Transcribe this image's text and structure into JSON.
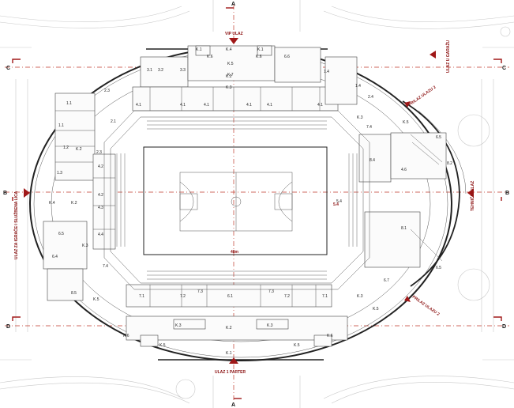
{
  "axis_labels": {
    "A": "A",
    "B": "B",
    "C": "C",
    "D": "D"
  },
  "entrances": {
    "vip": "VIP ULAZ",
    "parter": "ULAZ 1 PARTER",
    "garage": "ULAZ U GARAŽU",
    "ramp2_top": "PRILAZ ULAZU 2",
    "ramp2_bottom": "PRILAZ ULAZU 2",
    "technical": "TEHNIČKI ULAZ",
    "players": "ULAZ ZA IGRAČE I SLUŽBENA LICA"
  },
  "court_labels": {
    "dimension": "48m",
    "center": "5.4"
  },
  "room_labels": [
    {
      "id": "k1-left",
      "text": "K.1"
    },
    {
      "id": "k4-top",
      "text": "K.4"
    },
    {
      "id": "k1-right",
      "text": "K.1"
    },
    {
      "id": "k6-left",
      "text": "K.6"
    },
    {
      "id": "k5-top",
      "text": "K.5"
    },
    {
      "id": "k6-right",
      "text": "K.6"
    },
    {
      "id": "k2-top",
      "text": "K.2"
    },
    {
      "id": "k7",
      "text": "K.7"
    },
    {
      "id": "k3-top",
      "text": "K.3"
    },
    {
      "id": "r66",
      "text": "6.6"
    },
    {
      "id": "r31",
      "text": "3.1"
    },
    {
      "id": "r32",
      "text": "3.2"
    },
    {
      "id": "r33",
      "text": "3.3"
    },
    {
      "id": "r41a",
      "text": "4.1"
    },
    {
      "id": "r41b",
      "text": "4.1"
    },
    {
      "id": "r41c",
      "text": "4.1"
    },
    {
      "id": "r41d",
      "text": "4.1"
    },
    {
      "id": "r41e",
      "text": "4.1"
    },
    {
      "id": "r41f",
      "text": "4.1"
    },
    {
      "id": "r23",
      "text": "2.3"
    },
    {
      "id": "r21",
      "text": "2.1"
    },
    {
      "id": "r11a",
      "text": "1.1"
    },
    {
      "id": "r11b",
      "text": "1.1"
    },
    {
      "id": "r12",
      "text": "1.2"
    },
    {
      "id": "r13",
      "text": "1.3"
    },
    {
      "id": "r14a",
      "text": "1.4"
    },
    {
      "id": "r14b",
      "text": "1.4"
    },
    {
      "id": "k2-left",
      "text": "K.2"
    },
    {
      "id": "k4-left",
      "text": "K.4"
    },
    {
      "id": "k2-left2",
      "text": "K.2"
    },
    {
      "id": "r42a",
      "text": "4.2"
    },
    {
      "id": "r42b",
      "text": "4.2"
    },
    {
      "id": "r43",
      "text": "4.3"
    },
    {
      "id": "r44",
      "text": "4.4"
    },
    {
      "id": "r23b",
      "text": "2.3"
    },
    {
      "id": "r65",
      "text": "6.5"
    },
    {
      "id": "r64",
      "text": "6.4"
    },
    {
      "id": "r74a",
      "text": "7.4"
    },
    {
      "id": "r85",
      "text": "8.5"
    },
    {
      "id": "k3-left",
      "text": "K.3"
    },
    {
      "id": "k5-left",
      "text": "K.5"
    },
    {
      "id": "r71a",
      "text": "7.1"
    },
    {
      "id": "r72a",
      "text": "7.2"
    },
    {
      "id": "r73a",
      "text": "7.3"
    },
    {
      "id": "r61",
      "text": "6.1"
    },
    {
      "id": "r73b",
      "text": "7.3"
    },
    {
      "id": "r72b",
      "text": "7.2"
    },
    {
      "id": "r71b",
      "text": "7.1"
    },
    {
      "id": "k3-bl",
      "text": "K.3"
    },
    {
      "id": "k2-bot",
      "text": "K.2"
    },
    {
      "id": "k3-br",
      "text": "K.3"
    },
    {
      "id": "k6-bl",
      "text": "K.6"
    },
    {
      "id": "k5-bl",
      "text": "K.5"
    },
    {
      "id": "k1-bot",
      "text": "K.1"
    },
    {
      "id": "k5-br",
      "text": "K.5"
    },
    {
      "id": "k6-br",
      "text": "K.6"
    },
    {
      "id": "r24",
      "text": "2.4"
    },
    {
      "id": "k3-r",
      "text": "K.3"
    },
    {
      "id": "r74b",
      "text": "7.4"
    },
    {
      "id": "k5-r",
      "text": "K.5"
    },
    {
      "id": "r84",
      "text": "8.4"
    },
    {
      "id": "r46",
      "text": "4.6"
    },
    {
      "id": "r82",
      "text": "8.2"
    },
    {
      "id": "r65b",
      "text": "6.5"
    },
    {
      "id": "r81",
      "text": "8.1"
    },
    {
      "id": "r65c",
      "text": "6.5"
    },
    {
      "id": "r67",
      "text": "6.7"
    },
    {
      "id": "k5-rb",
      "text": "K.5"
    },
    {
      "id": "k3-rb",
      "text": "K.3"
    },
    {
      "id": "r54",
      "text": "5.4"
    }
  ]
}
